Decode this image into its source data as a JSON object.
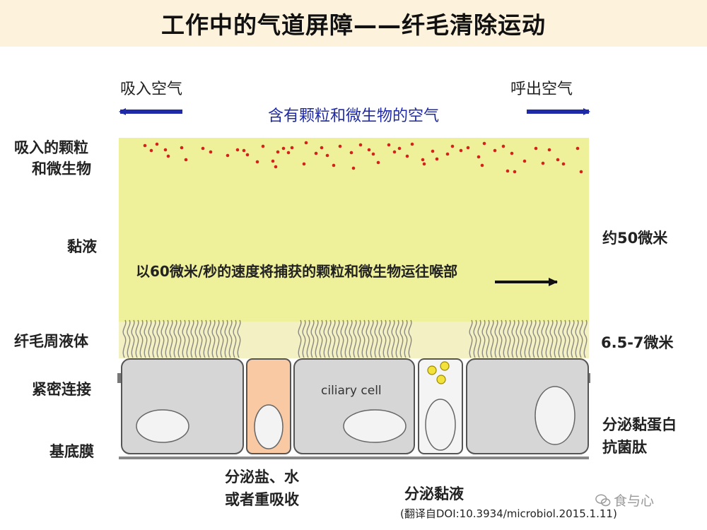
{
  "title": "工作中的气道屏障——纤毛清除运动",
  "top": {
    "inhale_label": "吸入空气",
    "exhale_label": "呼出空气",
    "air_label": "含有颗粒和微生物的空气"
  },
  "left_labels": {
    "particles_line1": "吸入的颗粒",
    "particles_line2": "和微生物",
    "mucus": "黏液",
    "periciliary": "纤毛周液体",
    "tight_junction": "紧密连接",
    "basement_membrane": "基底膜"
  },
  "right_labels": {
    "mucus_thickness": "约50微米",
    "periciliary_thickness": "6.5-7微米",
    "secrete_mucin_line1": "分泌黏蛋白",
    "secrete_mucin_line2": "抗菌肽"
  },
  "mucus_transport_text": "以60微米/秒的速度将捕获的颗粒和微生物运往喉部",
  "cell_label": "ciliary cell",
  "bottom_labels": {
    "salt_water_line1": "分泌盐、水",
    "salt_water_line2": "或者重吸收",
    "secrete_mucus": "分泌黏液"
  },
  "citation": "(翻译自DOI:10.3934/microbiol.2015.1.11)",
  "watermark": "食与心",
  "colors": {
    "title_bg": "#fdf2dc",
    "mucus_layer": "#eef09a",
    "periciliary_layer": "#f3f0c4",
    "particles": "#d3221b",
    "arrow_blue": "#1f2aa8",
    "ciliary_cell": "#d6d6d6",
    "ionocyte_cell": "#f9c9a4",
    "goblet_granules": "#f4e23c"
  }
}
